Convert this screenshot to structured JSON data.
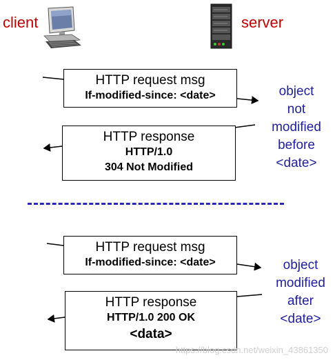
{
  "client_label": "client",
  "server_label": "server",
  "scenario1": {
    "request_title": "HTTP request msg",
    "request_header": "If-modified-since: <date>",
    "response_title": "HTTP response",
    "response_line1": "HTTP/1.0",
    "response_line2": "304 Not Modified",
    "note_lines": [
      "object",
      "not",
      "modified",
      "before",
      "<date>"
    ]
  },
  "scenario2": {
    "request_title": "HTTP request msg",
    "request_header": "If-modified-since: <date>",
    "response_title": "HTTP response",
    "response_line1": "HTTP/1.0 200 OK",
    "response_line2": "<data>",
    "note_lines": [
      "object",
      "modified",
      "after",
      "<date>"
    ]
  },
  "watermark": "https://blog.csdn.net/weixin_43861350",
  "colors": {
    "label_red": "#c00000",
    "note_blue": "#2020a0",
    "divider_blue": "#2a2ab5"
  },
  "icons": {
    "client": "desktop-computer-icon",
    "server": "server-rack-icon"
  }
}
